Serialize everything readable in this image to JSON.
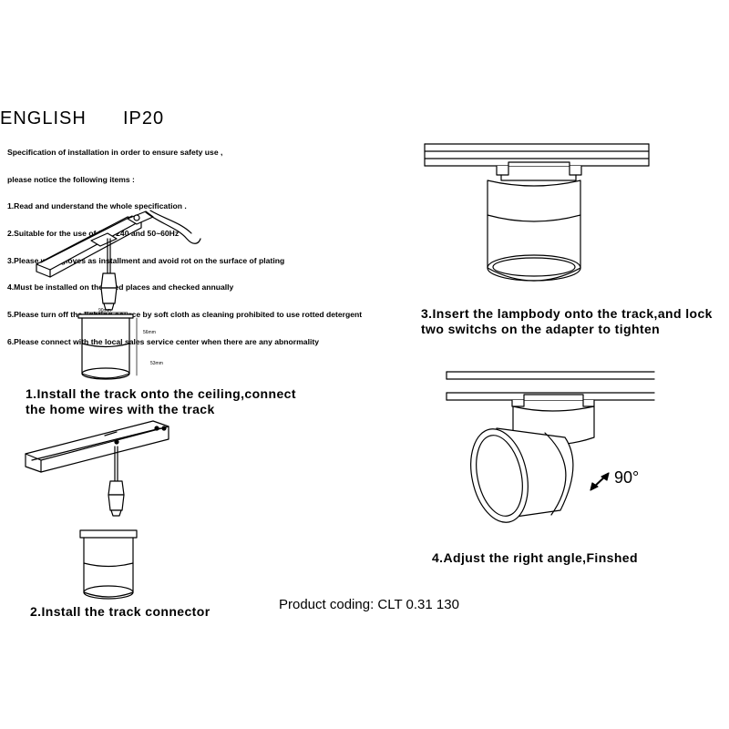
{
  "header": {
    "language": "ENGLISH",
    "rating": "IP20"
  },
  "specification": {
    "lines": [
      "Specification of installation in order to ensure safety use ,",
      "please notice the following items :",
      "1.Read and understand the whole specification .",
      "2.Suitable for the use of 220~240 and 50~60Hz",
      "3.Please wear gloves as installment and avoid rot on the surface of plating",
      "4.Must be installed on the fixed places and checked annually",
      "5.Please turn off the lighting source by soft cloth as cleaning prohibited to use rotted detergent",
      "6.Please connect with the local sales service center when there are any abnormality"
    ]
  },
  "steps": {
    "step1": {
      "line1": "1.Install the track onto the ceiling,connect",
      "line2": "the home wires with the track"
    },
    "step2": {
      "line1": "2.Install the track connector"
    },
    "step3": {
      "line1": "3.Insert the lampbody onto the track,and lock",
      "line2": "two switchs on the adapter to tighten"
    },
    "step4": {
      "line1": "4.Adjust the right angle,Finshed"
    }
  },
  "dimensions": {
    "width": "90mm",
    "height_top": "56mm",
    "height_bottom": "53mm"
  },
  "angle_label": "90°",
  "product_coding": "Product coding: CLT 0.31 130"
}
